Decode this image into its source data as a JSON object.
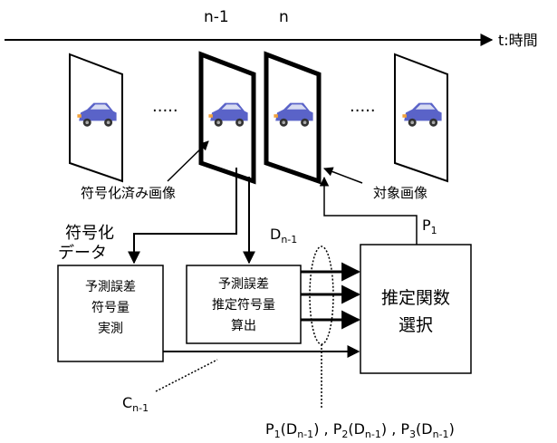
{
  "timeline": {
    "label_n_minus_1": "n-1",
    "label_n": "n",
    "axis_label": "t:時間"
  },
  "frames": {
    "ellipsis_left": "·····",
    "ellipsis_right": "·····"
  },
  "labels": {
    "encoded_image": "符号化済み画像",
    "target_image": "対象画像",
    "encoded_data_line1": "符号化",
    "encoded_data_line2": "データ",
    "d_main": "D",
    "d_sub": "n-1",
    "p1_main": "P",
    "p1_sub": "1",
    "c_main": "C",
    "c_sub": "n-1"
  },
  "boxes": {
    "measure": [
      "予測誤差",
      "符号量",
      "実測"
    ],
    "estimate": [
      "予測誤差",
      "推定符号量",
      "算出"
    ],
    "select": [
      "推定関数",
      "選択"
    ]
  },
  "formula": {
    "p": "P",
    "s1": "1",
    "s2": "2",
    "s3": "3",
    "d": "D",
    "dsub": "n-1"
  },
  "colors": {
    "ink": "#000000",
    "background": "#ffffff",
    "car_body": "#5a63c8",
    "car_window": "#d8dcf2",
    "car_wheel": "#333333",
    "car_light": "#f2a23a"
  }
}
